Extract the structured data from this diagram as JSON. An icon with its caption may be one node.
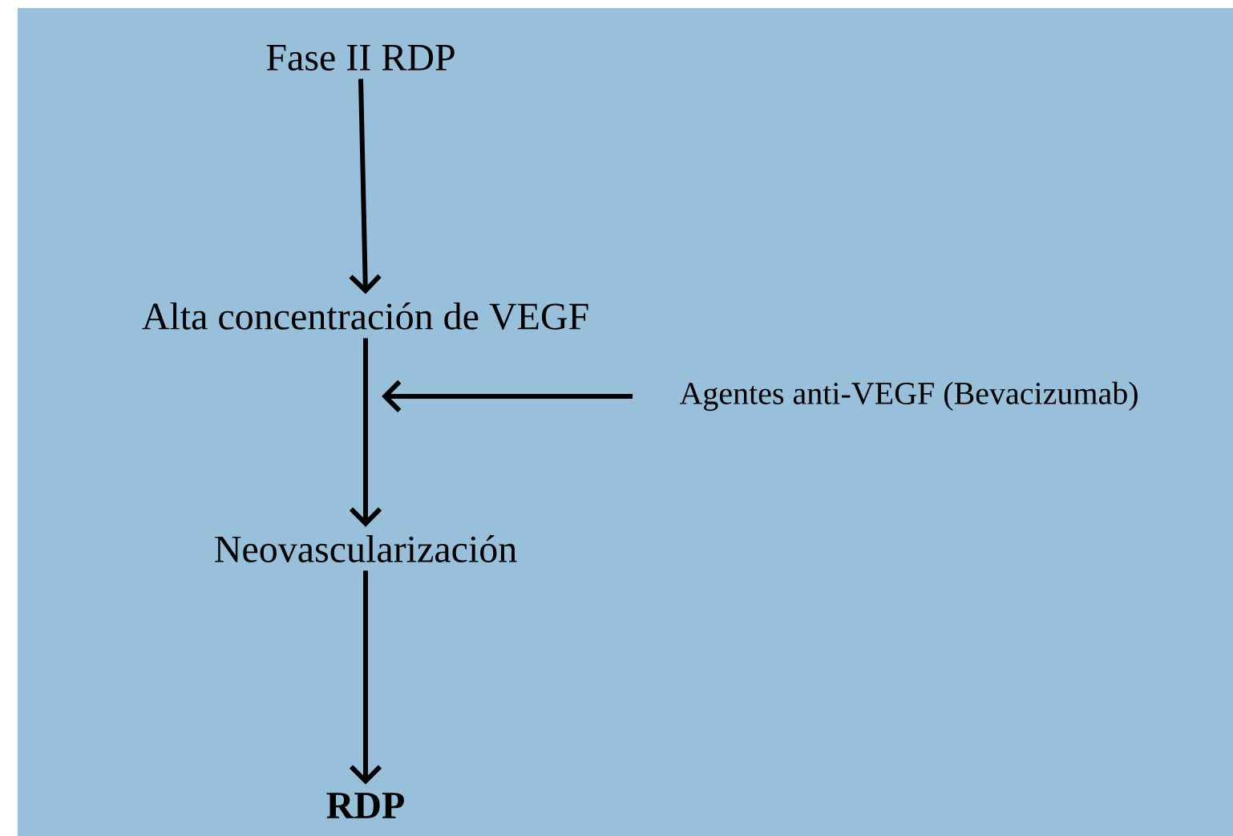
{
  "diagram": {
    "nodes": [
      {
        "text": [
          "Fase II RDP"
        ]
      },
      {
        "text": [
          "Alta concentración de VEGF"
        ]
      },
      {
        "text": [
          "Neovascularización"
        ]
      },
      {
        "text": [
          "RDP"
        ]
      },
      {
        "text": [
          "Agentes anti-VEGF (Bevacizumab)"
        ]
      }
    ],
    "edges": [
      {
        "from": 0,
        "to": 1,
        "arrow": "to"
      },
      {
        "from": 1,
        "to": 2,
        "arrow": "to"
      },
      {
        "from": 2,
        "to": 3,
        "arrow": "to"
      },
      {
        "from": 4,
        "to": null,
        "arrow": "to"
      }
    ]
  }
}
